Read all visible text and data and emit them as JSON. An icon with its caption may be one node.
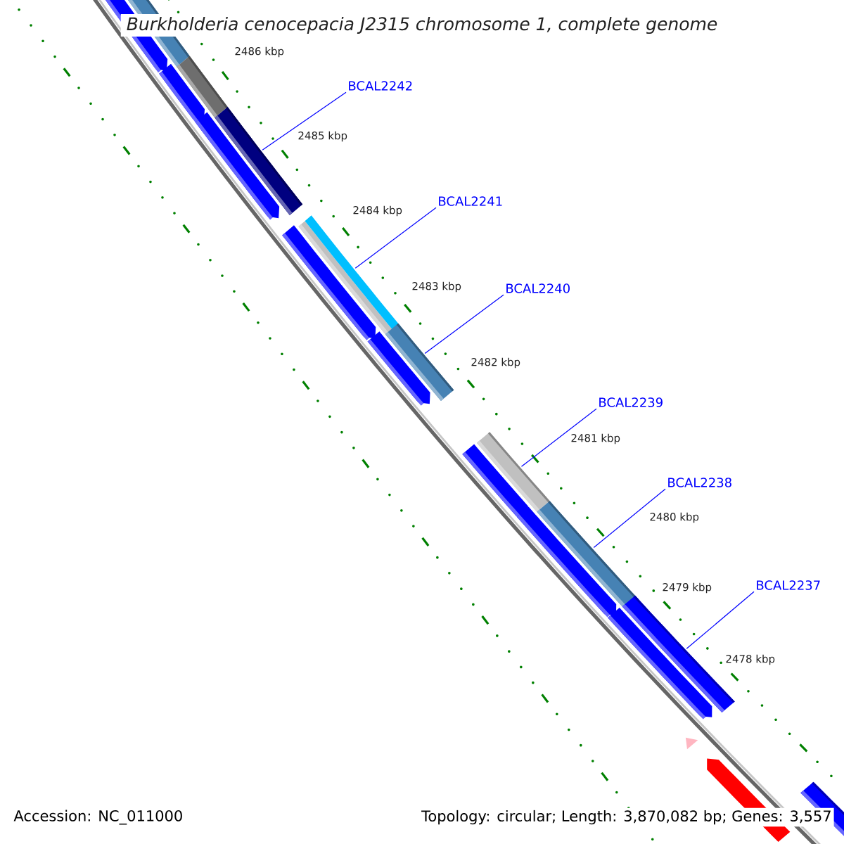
{
  "diagram": {
    "title": "Burkholderia cenocepacia J2315 chromosome 1, complete genome",
    "nodes": [
      {
        "text": [
          "BCAL2242"
        ]
      },
      {
        "text": [
          "BCAL2241"
        ]
      },
      {
        "text": [
          "BCAL2240"
        ]
      },
      {
        "text": [
          "BCAL2239"
        ]
      },
      {
        "text": [
          "BCAL2238"
        ]
      },
      {
        "text": [
          "BCAL2237"
        ]
      }
    ],
    "edges": [
      {
        "from": 0,
        "to": null,
        "arrow": "none"
      },
      {
        "from": 1,
        "to": null,
        "arrow": "none"
      },
      {
        "from": 2,
        "to": null,
        "arrow": "none"
      },
      {
        "from": 3,
        "to": null,
        "arrow": "none"
      },
      {
        "from": 4,
        "to": null,
        "arrow": "none"
      },
      {
        "from": 5,
        "to": null,
        "arrow": "none"
      }
    ],
    "labels": [
      "2486 kbp",
      "2485 kbp",
      "2484 kbp",
      "2483 kbp",
      "2482 kbp",
      "2481 kbp",
      "2480 kbp",
      "2479 kbp",
      "2478 kbp",
      "Accession: NC_011000",
      "Topology: circular; Length: 3,870,082 bp; Genes: 3,557"
    ]
  }
}
